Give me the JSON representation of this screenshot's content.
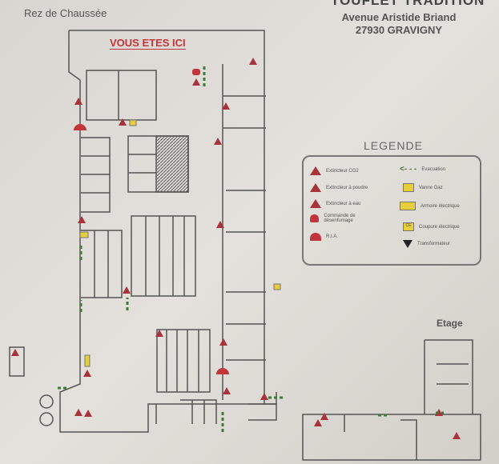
{
  "header": {
    "floor": "Rez de Chaussée",
    "company": "TOUFLET TRADITION",
    "address_line1": "Avenue Aristide Briand",
    "address_line2": "27930 GRAVIGNY"
  },
  "plan": {
    "you_are_here": "VOUS ETES ICI",
    "upper_floor": "Etage"
  },
  "legend": {
    "title": "LEGENDE",
    "items": [
      {
        "label": "Extincteur CO2",
        "icon": "co2-extinguisher-icon"
      },
      {
        "label": "Extincteur à poudre",
        "icon": "powder-extinguisher-icon"
      },
      {
        "label": "Extincteur à eau",
        "icon": "water-extinguisher-icon"
      },
      {
        "label": "Commande de désenfumage",
        "icon": "smoke-control-icon"
      },
      {
        "label": "R.I.A.",
        "icon": "fire-hose-icon"
      },
      {
        "label": "Evacuation",
        "icon": "evacuation-arrow-icon"
      },
      {
        "label": "Vanne Gaz",
        "icon": "gas-valve-icon"
      },
      {
        "label": "Armoire électrique",
        "icon": "electrical-cabinet-icon"
      },
      {
        "label": "Coupure électrique",
        "icon": "power-cut-icon"
      },
      {
        "label": "Transformateur",
        "icon": "transformer-icon"
      }
    ]
  },
  "colors": {
    "red": "#a8333a",
    "green": "#3f7a3a",
    "yellow": "#e6cf3a"
  }
}
